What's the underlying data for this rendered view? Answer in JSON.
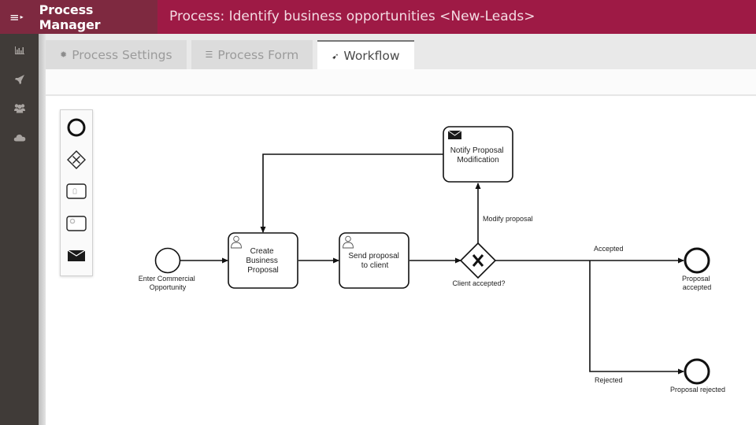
{
  "header": {
    "app_name": "Process Manager",
    "menu_icon": "hamburger-menu-icon",
    "process_title": "Process: Identify business opportunities <New-Leads>"
  },
  "sidebar": {
    "items": [
      {
        "icon": "bar-chart-icon"
      },
      {
        "icon": "rocket-icon"
      },
      {
        "icon": "users-icon"
      },
      {
        "icon": "cloud-icon"
      }
    ]
  },
  "tabs": [
    {
      "label": "Process Settings",
      "icon": "gear-icon",
      "active": false
    },
    {
      "label": "Process Form",
      "icon": "list-icon",
      "active": false
    },
    {
      "label": "Workflow",
      "icon": "location-arrow-icon",
      "active": true
    }
  ],
  "palette": {
    "items": [
      {
        "icon": "event-circle-icon",
        "label": "Event"
      },
      {
        "icon": "gateway-diamond-icon",
        "label": "Gateway"
      },
      {
        "icon": "user-task-icon",
        "label": "User Task"
      },
      {
        "icon": "service-task-icon",
        "label": "Service Task"
      },
      {
        "icon": "envelope-icon",
        "label": "Message Task"
      }
    ]
  },
  "diagram": {
    "nodes": {
      "start": {
        "label_line1": "Enter Commercial",
        "label_line2": "Opportunity"
      },
      "create": {
        "line1": "Create",
        "line2": "Business",
        "line3": "Proposal"
      },
      "send": {
        "line1": "Send proposal",
        "line2": "to client"
      },
      "gateway": {
        "label": "Client accepted?"
      },
      "notify": {
        "line1": "Notify Proposal",
        "line2": "Modification"
      },
      "end_accepted": {
        "line1": "Proposal",
        "line2": "accepted"
      },
      "end_rejected": {
        "label": "Proposal rejected"
      }
    },
    "flows": {
      "modify": "Modify proposal",
      "accepted": "Accepted",
      "rejected": "Rejected"
    }
  }
}
